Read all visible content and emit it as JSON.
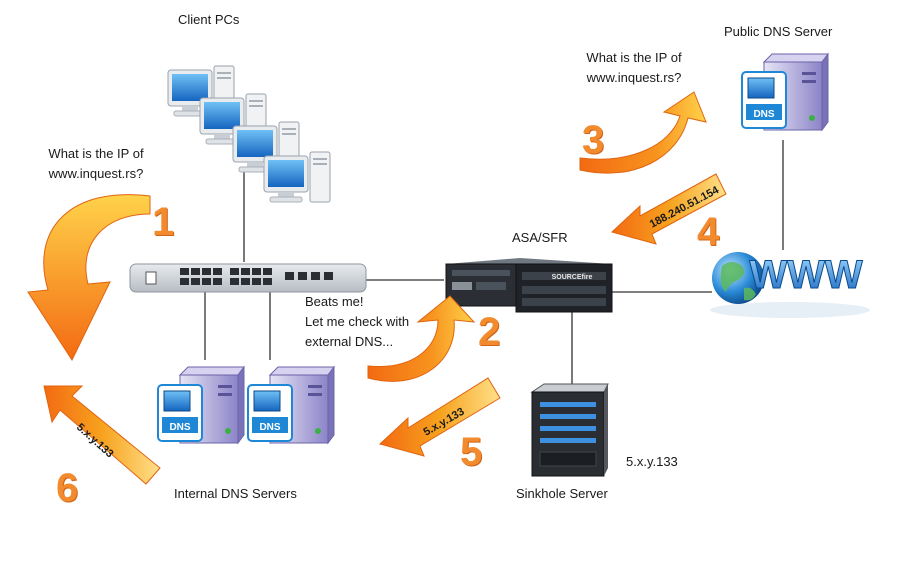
{
  "labels": {
    "client_pcs": "Client PCs",
    "public_dns": "Public DNS Server",
    "asa_sfr": "ASA/SFR",
    "internal_dns": "Internal DNS Servers",
    "sinkhole": "Sinkhole Server",
    "sinkhole_ip": "5.x.y.133",
    "query_left_1": "What is the IP of",
    "query_left_2": "www.inquest.rs?",
    "query_right_1": "What is the IP of",
    "query_right_2": "www.inquest.rs?",
    "reply_1": "Beats me!",
    "reply_2": "Let me check with",
    "reply_3": "external DNS..."
  },
  "steps": [
    {
      "number": "1"
    },
    {
      "number": "2"
    },
    {
      "number": "3"
    },
    {
      "number": "4",
      "text": "188.240.51.154"
    },
    {
      "number": "5",
      "text": "5.x.y.133"
    },
    {
      "number": "6",
      "text": "5.x.y.133"
    }
  ],
  "device_text": {
    "dns_badge": "DNS",
    "www_text": "WWW",
    "brand": "SOURCEfire"
  },
  "colors": {
    "arrow_orange": "#f7931e",
    "arrow_yellow": "#ffd24a",
    "step_number": "#f28a2e",
    "monitor_blue": "#1e88d6",
    "server_purple": "#8c84c8",
    "line": "#333333"
  }
}
